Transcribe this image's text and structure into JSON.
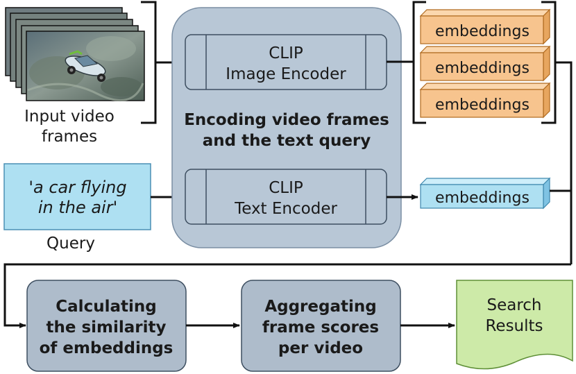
{
  "input": {
    "label_line1": "Input video",
    "label_line2": "frames"
  },
  "query": {
    "text_line1": "'a car flying",
    "text_line2": "in the air'",
    "label": "Query"
  },
  "encoding_panel": {
    "title_line1": "Encoding video frames",
    "title_line2": "and the text query",
    "image_encoder": {
      "line1": "CLIP",
      "line2": "Image Encoder"
    },
    "text_encoder": {
      "line1": "CLIP",
      "line2": "Text Encoder"
    }
  },
  "image_embeddings": [
    "embeddings",
    "embeddings",
    "embeddings"
  ],
  "text_embedding": "embeddings",
  "steps": {
    "similarity": {
      "line1": "Calculating",
      "line2": "the similarity",
      "line3": "of embeddings"
    },
    "aggregation": {
      "line1": "Aggregating",
      "line2": "frame scores",
      "line3": "per video"
    }
  },
  "result": {
    "line1": "Search",
    "line2": "Results"
  },
  "colors": {
    "panel_fill": "#b8c7d6",
    "panel_stroke": "#7a8ea3",
    "step_fill": "#aebccb",
    "orange": "#f7c48e",
    "orange_side": "#e7a65f",
    "blue": "#aee0f2",
    "blue_side": "#7fc3e3",
    "query_fill": "#aee0f2",
    "result_fill": "#cdeaa8"
  }
}
